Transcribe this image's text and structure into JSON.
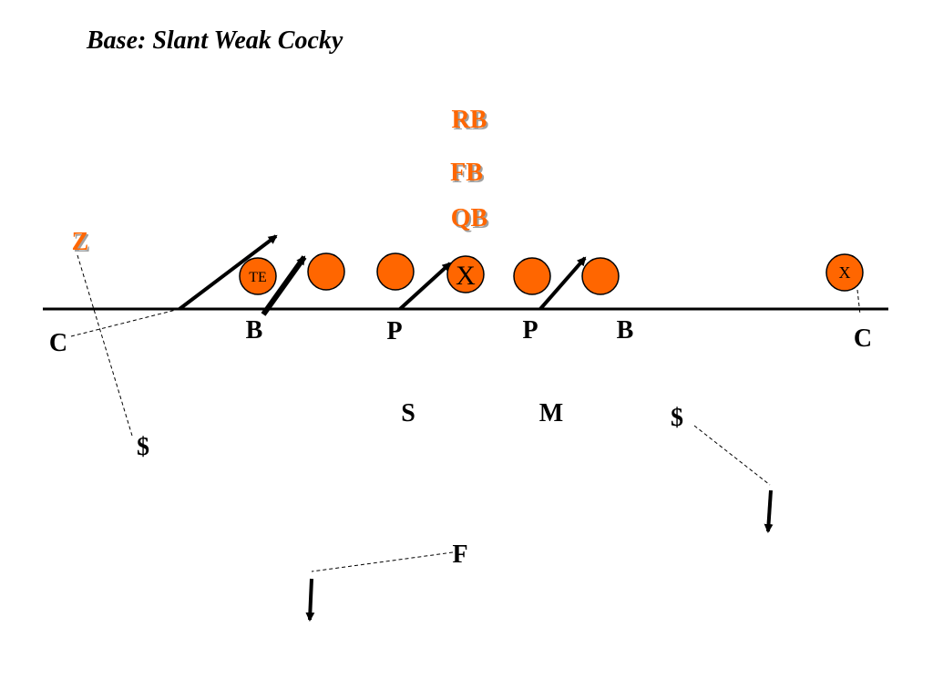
{
  "title": "Base: Slant Weak Cocky",
  "colors": {
    "offense": "#FF6600",
    "offense_stroke": "#000000",
    "defense_text": "#000000",
    "line": "#000000",
    "shadow": "#A0A0A0"
  },
  "offense": {
    "backs": [
      "RB",
      "FB",
      "QB"
    ],
    "receivers": {
      "left": "Z",
      "right": "X"
    },
    "line": {
      "tight_end": "TE",
      "center": "X",
      "split_end": "X"
    }
  },
  "defense": {
    "left_corner": "C",
    "right_corner": "C",
    "left_end": "B",
    "left_tackle": "P",
    "right_tackle": "P",
    "right_end": "B",
    "sam": "S",
    "mike": "M",
    "left_cocky": "$",
    "right_cocky": "$",
    "free_safety": "F"
  },
  "icons": {
    "arrow": "arrow-icon",
    "circle": "player-circle"
  }
}
